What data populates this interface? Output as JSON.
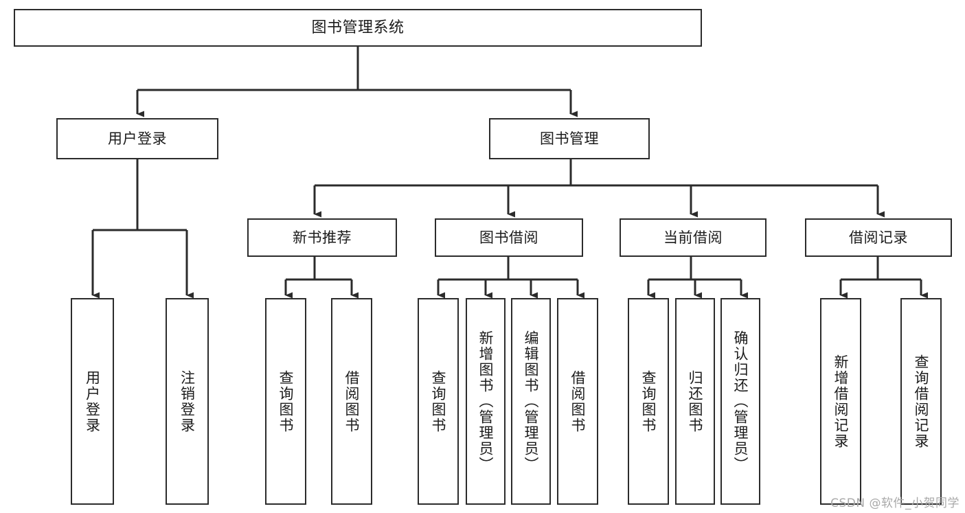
{
  "diagram": {
    "title": "图书管理系统",
    "type": "tree-hierarchy-diagram",
    "colors": {
      "box_border": "#2b2b2b",
      "box_fill": "#ffffff",
      "connector": "#2b2b2b",
      "background": "#ffffff",
      "watermark": "#a9a9a9"
    },
    "nodes": {
      "root": {
        "label": "图书管理系统"
      },
      "level2": [
        {
          "id": "user-login",
          "label": "用户登录"
        },
        {
          "id": "book-manage",
          "label": "图书管理"
        }
      ],
      "level3": [
        {
          "id": "new-book-recommend",
          "label": "新书推荐"
        },
        {
          "id": "book-borrow",
          "label": "图书借阅"
        },
        {
          "id": "current-borrow",
          "label": "当前借阅"
        },
        {
          "id": "borrow-record",
          "label": "借阅记录"
        }
      ],
      "leaves": {
        "user_login": [
          {
            "id": "leaf-user-login",
            "label": "用户登录"
          },
          {
            "id": "leaf-logout",
            "label": "注销登录"
          }
        ],
        "new_book_recommend": [
          {
            "id": "leaf-query-book-1",
            "label": "查询图书"
          },
          {
            "id": "leaf-borrow-book-1",
            "label": "借阅图书"
          }
        ],
        "book_borrow": [
          {
            "id": "leaf-query-book-2",
            "label": "查询图书"
          },
          {
            "id": "leaf-add-book",
            "label": "新增图书（管理员）"
          },
          {
            "id": "leaf-edit-book",
            "label": "编辑图书（管理员）"
          },
          {
            "id": "leaf-borrow-book-2",
            "label": "借阅图书"
          }
        ],
        "current_borrow": [
          {
            "id": "leaf-query-book-3",
            "label": "查询图书"
          },
          {
            "id": "leaf-return-book",
            "label": "归还图书"
          },
          {
            "id": "leaf-confirm-return",
            "label": "确认归还（管理员）"
          }
        ],
        "borrow_record": [
          {
            "id": "leaf-add-record",
            "label": "新增借阅记录"
          },
          {
            "id": "leaf-query-record",
            "label": "查询借阅记录"
          }
        ]
      }
    },
    "watermark": "CSDN @软件_小贺同学"
  }
}
